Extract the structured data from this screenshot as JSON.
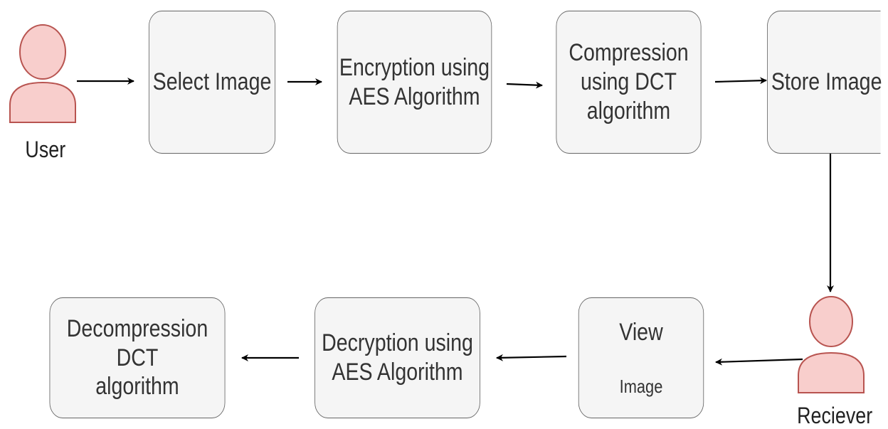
{
  "colors": {
    "box_fill": "#f5f5f5",
    "box_stroke": "#666666",
    "actor_fill": "#f8cecc",
    "actor_stroke": "#b85450",
    "arrow": "#000000"
  },
  "actors": {
    "user": {
      "label": "User",
      "icon": "person-icon"
    },
    "receiver": {
      "label": "Reciever",
      "icon": "person-icon"
    }
  },
  "steps": {
    "select_image": "Select Image",
    "encryption": "Encryption using\nAES Algorithm",
    "compression": "Compression\nusing DCT\nalgorithm",
    "store_image": "Store Image",
    "view_image_line1": "View",
    "view_image_line2": "Image",
    "decryption": "Decryption using\nAES Algorithm",
    "decompression": "Decompression DCT\nalgorithm"
  }
}
